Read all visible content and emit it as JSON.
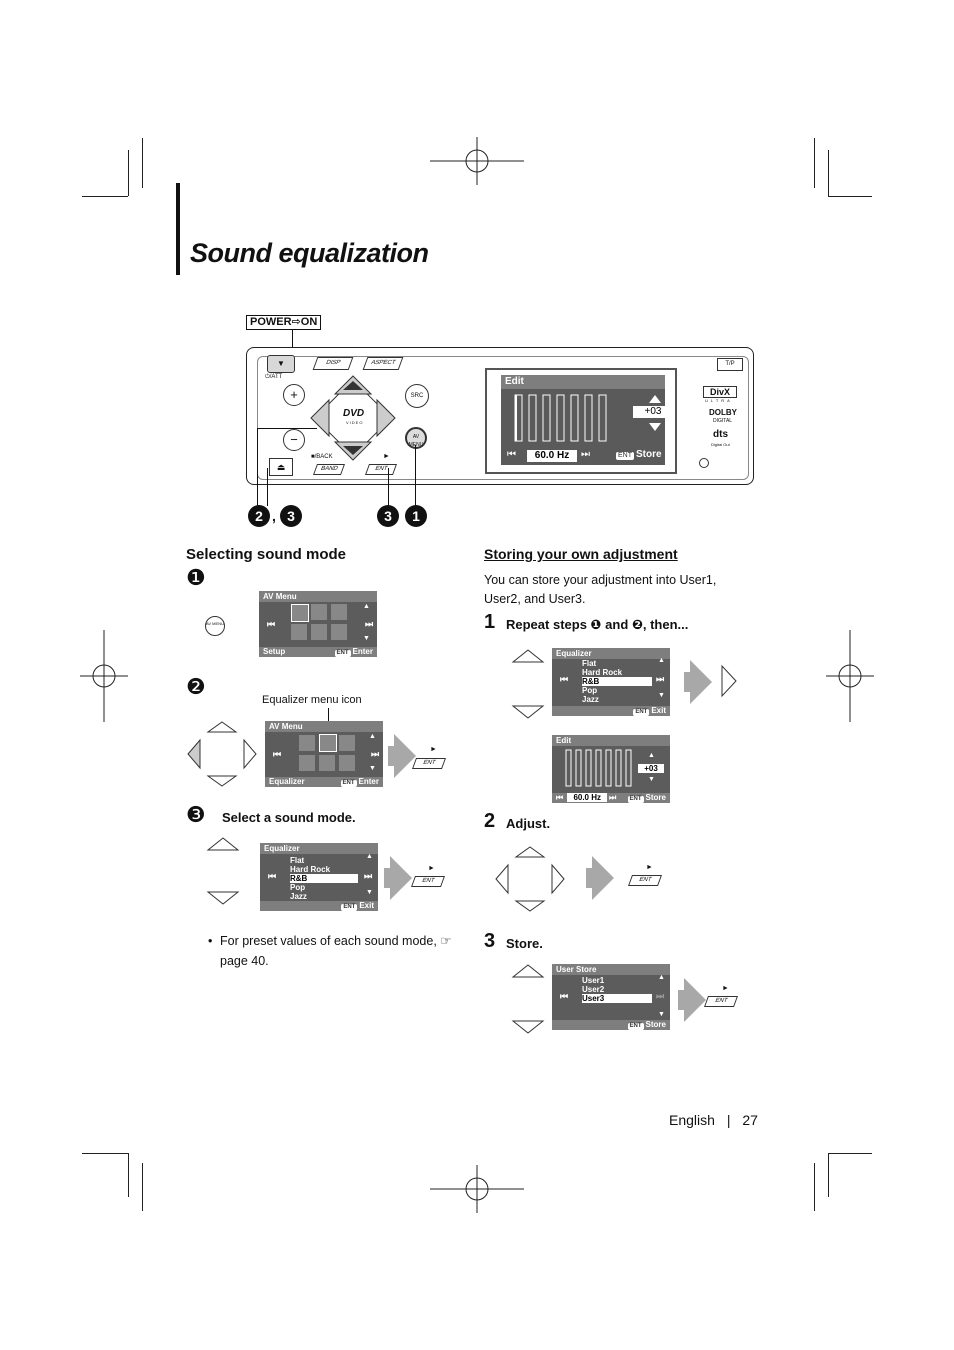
{
  "title": "Sound equalization",
  "power_label": "POWER⇨ON",
  "device": {
    "buttons": {
      "disp": "DISP",
      "aspect": "ASPECT",
      "tp": "T/P",
      "src": "SRC",
      "att": "⏻/ATT",
      "back": "■/BACK",
      "band": "BAND",
      "ent": "ENT",
      "av_menu": "AV MENU",
      "plus": "+",
      "minus": "−",
      "eject": "⏏"
    },
    "screen": {
      "header": "Edit",
      "freq": "60.0 Hz",
      "value": "+03",
      "ent": "ENT",
      "store": "Store"
    },
    "logos": {
      "divx": "DivX",
      "divx_sub": "ULTRA",
      "dolby": "DOLBY",
      "dolby_sub": "DIGITAL",
      "dts": "dts",
      "dts_sub": "Digital Out",
      "dvd": "DVD",
      "dvd_sub": "VIDEO"
    },
    "callouts": [
      "2",
      "3",
      "3",
      "1"
    ]
  },
  "left": {
    "heading": "Selecting sound mode",
    "step1": {
      "num": "❶",
      "av_button": "AV MENU",
      "screen": {
        "header": "AV Menu",
        "footer_left": "Setup",
        "footer_ent": "ENT",
        "footer_right": "Enter"
      }
    },
    "step2": {
      "num": "❷",
      "caption": "Equalizer menu icon",
      "screen": {
        "header": "AV Menu",
        "footer_left": "Equalizer",
        "footer_ent": "ENT",
        "footer_right": "Enter"
      },
      "ent_label": "ENT"
    },
    "step3": {
      "num": "❸",
      "label": "Select a sound mode.",
      "screen": {
        "header": "Equalizer",
        "items": [
          "Flat",
          "Hard Rock",
          "R&B",
          "Pop",
          "Jazz"
        ],
        "footer_ent": "ENT",
        "footer_right": "Exit"
      },
      "ent_label": "ENT"
    },
    "bullet": "For preset values of each sound mode, ☞ page 40."
  },
  "right": {
    "heading": "Storing your own adjustment",
    "intro": "You can store your adjustment into User1, User2, and User3.",
    "step1": {
      "num": "1",
      "label": "Repeat steps ❶ and ❷, then...",
      "screen1": {
        "header": "Equalizer",
        "items": [
          "Flat",
          "Hard Rock",
          "R&B",
          "Pop",
          "Jazz"
        ],
        "footer_ent": "ENT",
        "footer_right": "Exit"
      },
      "screen2": {
        "header": "Edit",
        "freq": "60.0 Hz",
        "value": "+03",
        "footer_ent": "ENT",
        "footer_right": "Store"
      }
    },
    "step2": {
      "num": "2",
      "label": "Adjust.",
      "ent_label": "ENT"
    },
    "step3": {
      "num": "3",
      "label": "Store.",
      "screen": {
        "header": "User Store",
        "items": [
          "User1",
          "User2",
          "User3"
        ],
        "footer_ent": "ENT",
        "footer_right": "Store"
      },
      "ent_label": "ENT"
    }
  },
  "footer": {
    "language": "English",
    "separator": "|",
    "page": "27"
  }
}
